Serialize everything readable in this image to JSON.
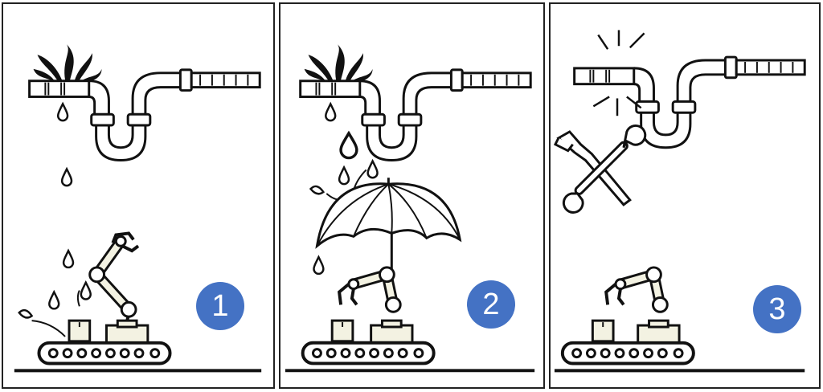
{
  "panels": [
    {
      "id": "panel-1",
      "number": "1",
      "state": "pipe leaking onto robot arm"
    },
    {
      "id": "panel-2",
      "number": "2",
      "state": "umbrella protects robot arm from leak"
    },
    {
      "id": "panel-3",
      "number": "3",
      "state": "pipe repaired with wrench"
    }
  ],
  "colors": {
    "badge": "#4472c4",
    "badge_text": "#ffffff",
    "line": "#111111",
    "robot_fill": "#f3f2e2"
  },
  "icons": [
    "leaking-pipe-icon",
    "water-drop-icon",
    "robot-arm-icon",
    "conveyor-belt-icon",
    "box-icon",
    "umbrella-icon",
    "wrench-icon",
    "spanner-icon",
    "sparkle-lines-icon"
  ]
}
